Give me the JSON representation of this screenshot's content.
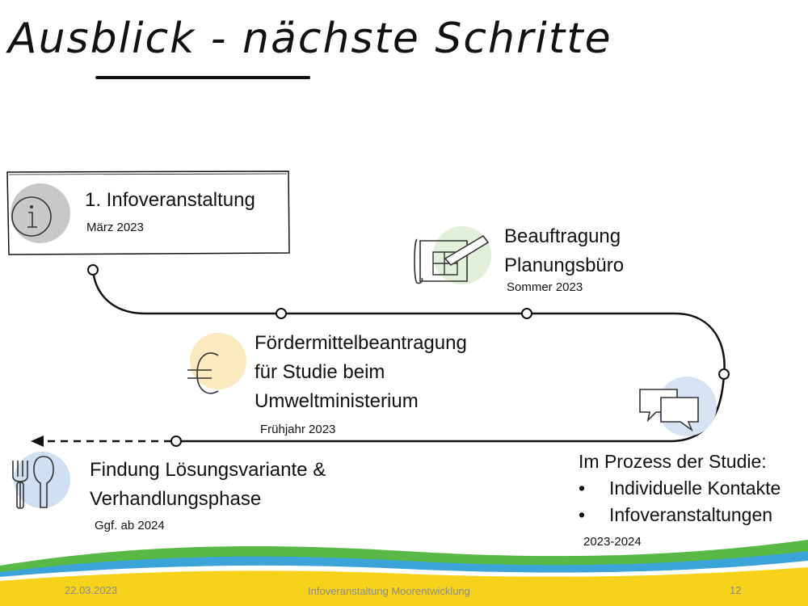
{
  "slide": {
    "title": "Ausblick - nächste Schritte"
  },
  "steps": {
    "info1": {
      "title": "1. Infoveranstaltung",
      "date": "März 2023"
    },
    "foerder": {
      "title_lines": [
        "Fördermittelbeantragung",
        "für Studie beim",
        "Umweltministerium"
      ],
      "date": "Frühjahr 2023"
    },
    "beauftragung": {
      "title_lines": [
        "Beauftragung",
        "Planungsbüro"
      ],
      "date": "Sommer 2023"
    },
    "prozess": {
      "title": "Im Prozess der Studie:",
      "bullets": [
        "Individuelle Kontakte",
        "Infoveranstaltungen"
      ],
      "date": "2023-2024"
    },
    "findung": {
      "title_lines": [
        "Findung Lösungsvariante &",
        "Verhandlungsphase"
      ],
      "date": "Ggf. ab 2024"
    }
  },
  "icons": {
    "info": "info-icon",
    "euro": "euro-icon",
    "plan": "blueprint-pencil-icon",
    "chat": "speech-bubbles-icon",
    "tools": "fork-shovel-icon"
  },
  "colors": {
    "info_circle": "#c8c8c8",
    "euro_circle": "#fbe9c0",
    "plan_circle": "#e2efd9",
    "chat_circle": "#d6e3f3",
    "tools_circle": "#cfe0f3",
    "wave_green": "#58b947",
    "wave_blue": "#3aa3d8",
    "wave_yellow": "#f6d21a"
  },
  "footer": {
    "date": "22.03.2023",
    "center": "Infoveranstaltung Moorentwicklung",
    "page": "12"
  }
}
